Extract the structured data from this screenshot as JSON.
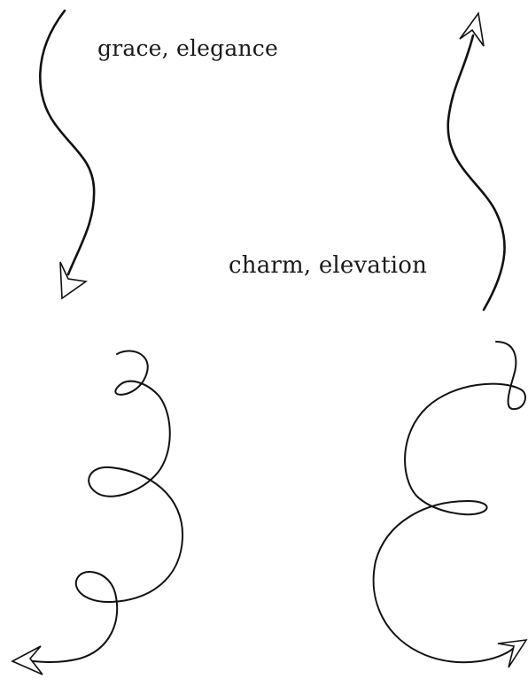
{
  "labels": {
    "top_left": "grace, elegance",
    "middle_right": "charm, elevation"
  },
  "figures": [
    {
      "name": "wavy-line-downward-arrow",
      "direction": "down"
    },
    {
      "name": "wavy-line-upward-arrow",
      "direction": "up"
    },
    {
      "name": "looping-spiral-left-arrow",
      "direction": "left"
    },
    {
      "name": "looping-spiral-right-arrow",
      "direction": "right"
    }
  ],
  "colors": {
    "ink": "#111111",
    "background": "#ffffff"
  }
}
